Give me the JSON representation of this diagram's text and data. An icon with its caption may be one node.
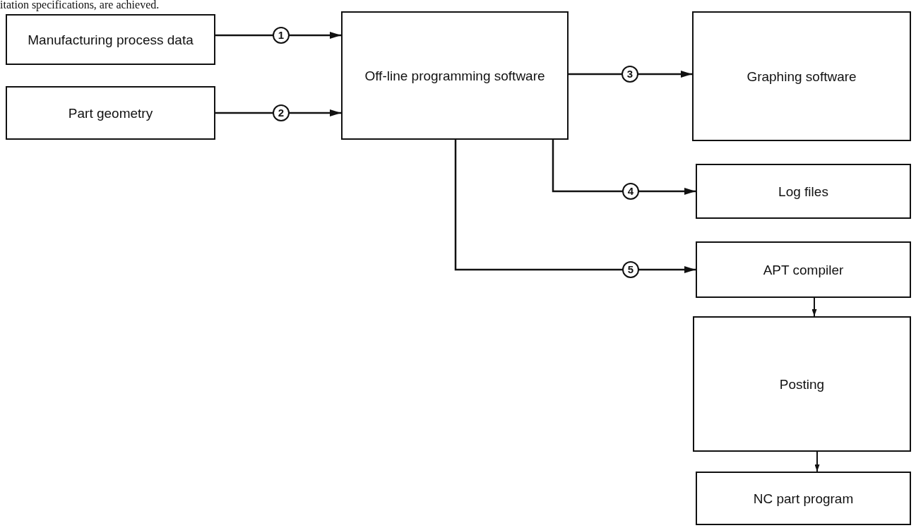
{
  "diagram": {
    "nodes": [
      {
        "text": [
          "Manufacturing process data"
        ]
      },
      {
        "text": [
          "Part geometry"
        ]
      },
      {
        "text": [
          "Off-line programming software"
        ]
      },
      {
        "text": [
          "Graphing software"
        ]
      },
      {
        "text": [
          "Log files"
        ]
      },
      {
        "text": [
          "APT compiler"
        ]
      },
      {
        "text": [
          "Posting"
        ]
      },
      {
        "text": [
          "NC part program"
        ]
      }
    ],
    "edges": [
      {
        "from": 0,
        "to": 2,
        "arrow": "to",
        "label": "1"
      },
      {
        "from": 1,
        "to": 2,
        "arrow": "to",
        "label": "2"
      },
      {
        "from": 2,
        "to": 3,
        "arrow": "to",
        "label": "3"
      },
      {
        "from": 2,
        "to": 4,
        "arrow": "to",
        "label": "4"
      },
      {
        "from": 2,
        "to": 5,
        "arrow": "to",
        "label": "5"
      },
      {
        "from": 5,
        "to": 6,
        "arrow": "to"
      },
      {
        "from": 6,
        "to": 7,
        "arrow": "to"
      }
    ],
    "labels": [
      "itation specifications, are achieved."
    ]
  }
}
